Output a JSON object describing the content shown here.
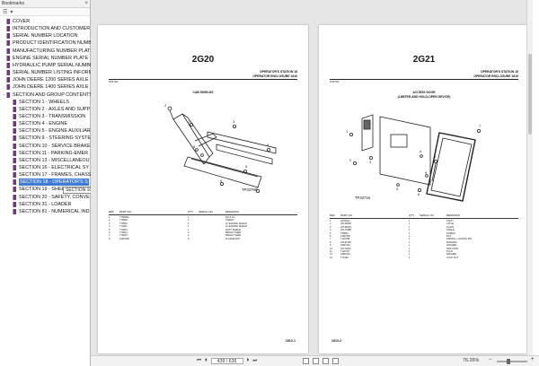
{
  "bookmarks": {
    "title": "Bookmarks",
    "close": "×",
    "tools": [
      "☰",
      "▾"
    ],
    "items": [
      {
        "label": "COVER",
        "level": 1,
        "toggle": ""
      },
      {
        "label": "INTRODUCTION AND CUSTOMER",
        "level": 1,
        "toggle": ""
      },
      {
        "label": "SERIAL NUMBER LOCATION",
        "level": 1,
        "toggle": ""
      },
      {
        "label": "PRODUCT IDENTIFICATION NUMBE",
        "level": 1,
        "toggle": ""
      },
      {
        "label": "MANUFACTURING NUMBER PLATE",
        "level": 1,
        "toggle": ""
      },
      {
        "label": "ENGINE SERIAL NUMBER PLATE",
        "level": 1,
        "toggle": ""
      },
      {
        "label": "HYDRAULIC PUMP SERIAL NUMBER",
        "level": 1,
        "toggle": ""
      },
      {
        "label": "SERIAL NUMBER LISTING INFORM",
        "level": 1,
        "toggle": ""
      },
      {
        "label": "JOHN DEERE 1200 SERIES AXLE",
        "level": 1,
        "toggle": ""
      },
      {
        "label": "JOHN DEERE 1400 SERIES AXLE",
        "level": 1,
        "toggle": ""
      },
      {
        "label": "SECTION AND GROUP CONTENTS",
        "level": 1,
        "toggle": "−"
      },
      {
        "label": "SECTION 1 - WHEELS",
        "level": 2,
        "toggle": ""
      },
      {
        "label": "SECTION 2 - AXLES AND SUPP",
        "level": 2,
        "toggle": ""
      },
      {
        "label": "SECTION 3 - TRANSMISSION",
        "level": 2,
        "toggle": ""
      },
      {
        "label": "SECTION 4 - ENGINE",
        "level": 2,
        "toggle": ""
      },
      {
        "label": "SECTION 5 - ENGINE AUXILIAR",
        "level": 2,
        "toggle": ""
      },
      {
        "label": "SECTION 9 - STEERING SYSTE",
        "level": 2,
        "toggle": ""
      },
      {
        "label": "SECTION 10 - SERVICE BRAKE",
        "level": 2,
        "toggle": ""
      },
      {
        "label": "SECTION 11 - PARKING-EMER",
        "level": 2,
        "toggle": ""
      },
      {
        "label": "SECTION 13 - MISCELLANEOU",
        "level": 2,
        "toggle": ""
      },
      {
        "label": "SECTION 16 - ELECTRICAL SY",
        "level": 2,
        "toggle": ""
      },
      {
        "label": "SECTION 17 - FRAMES, CHASS",
        "level": 2,
        "toggle": ""
      },
      {
        "label": "SECTION 18 - OPERATOR'S S",
        "level": 2,
        "toggle": "",
        "selected": true
      },
      {
        "label": "SECTION 19 - SHEET METAL",
        "level": 2,
        "toggle": ""
      },
      {
        "label": "SECTION 20 - SAFETY, CONVE",
        "level": 2,
        "toggle": ""
      },
      {
        "label": "SECTION 31 - LOADER",
        "level": 2,
        "toggle": ""
      },
      {
        "label": "SECTION 81 - NUMERICAL IND",
        "level": 2,
        "toggle": ""
      }
    ],
    "tooltip": "SECTION 18 - OPERATOR'S STATION"
  },
  "pages": [
    {
      "number": "2G20",
      "header_line1": "OPERATOR'S STATION  18",
      "header_line2": "OPERATOR ENCLOSURE  1810",
      "code": "P33760",
      "title": "CAB SHIELDS",
      "figure_id": "TP33799",
      "columns": [
        "REF",
        "PART NO.",
        "QTY",
        "SERIAL NO.",
        "REMARKS"
      ],
      "rows": [
        [
          "1",
          "T76808A",
          "1",
          "",
          "RH & LH"
        ],
        [
          "2",
          "T76809",
          "1",
          "",
          "SHIELD"
        ],
        [
          "3",
          "T76810",
          "1",
          "",
          "LH ENGINE SHIELD"
        ],
        [
          "4",
          "T74811",
          "1",
          "",
          "LH ENGINE SHIELD"
        ],
        [
          "5",
          "T74813",
          "1",
          "",
          "DUST SHIELD"
        ],
        [
          "6",
          "T76814",
          "2",
          "",
          "BRIGHT WIRE"
        ],
        [
          "7",
          "T76815",
          "2",
          "",
          "BRIGHT WIRE"
        ],
        [
          "8",
          "19M7066",
          "5",
          "",
          "FLANGE NUT"
        ]
      ],
      "footer": "1810-1"
    },
    {
      "number": "2G21",
      "header_line1": "OPERATOR'S STATION  18",
      "header_line2": "OPERATOR ENCLOSURE  1810",
      "code": "P33760",
      "title_line1": "ACCESS DOOR",
      "title_line2": "(LIMITER AND HOLD-OPEN DEVICE)",
      "figure_id": "TP33716",
      "columns": [
        "REF",
        "PART NO.",
        "QTY",
        "SERIAL NO.",
        "REMARKS"
      ],
      "rows": [
        [
          "1",
          "AT66522",
          "1",
          "",
          "PIVOT"
        ],
        [
          "2",
          "AT146598",
          "1",
          "",
          "LATCH"
        ],
        [
          "3",
          "AT146600",
          "1",
          "",
          "PLATE"
        ],
        [
          "4",
          "AT170388",
          "1",
          "",
          "ANGLE"
        ],
        [
          "5",
          "T80891",
          "1",
          "",
          "SCREW"
        ],
        [
          "6",
          "24M7084",
          "2",
          "",
          "NUT"
        ],
        [
          "7",
          "T120788",
          "1",
          "",
          "SPRING, LOCKING PIN"
        ],
        [
          "8",
          "AT146799",
          "1",
          "",
          "BUSHING"
        ],
        [
          "9",
          "19M7432",
          "1",
          "",
          "WASHER"
        ],
        [
          "10",
          "AT175041",
          "1",
          "",
          "ISOLATOR"
        ],
        [
          "11",
          "T120797",
          "1",
          "",
          "PLUG"
        ],
        [
          "12",
          "24M7022",
          "1",
          "",
          "WASHER"
        ],
        [
          "13",
          "T71084",
          "1",
          "",
          "LOCK NUT"
        ]
      ],
      "footer": "1810-2"
    }
  ],
  "statusbar": {
    "first": "⏮",
    "prev": "⏴",
    "page_value": "439 / 636",
    "next": "⏵",
    "last": "⏭",
    "zoom": "76.26%",
    "zoom_minus": "−",
    "zoom_plus": "+",
    "zoom_level": 0.7626
  }
}
